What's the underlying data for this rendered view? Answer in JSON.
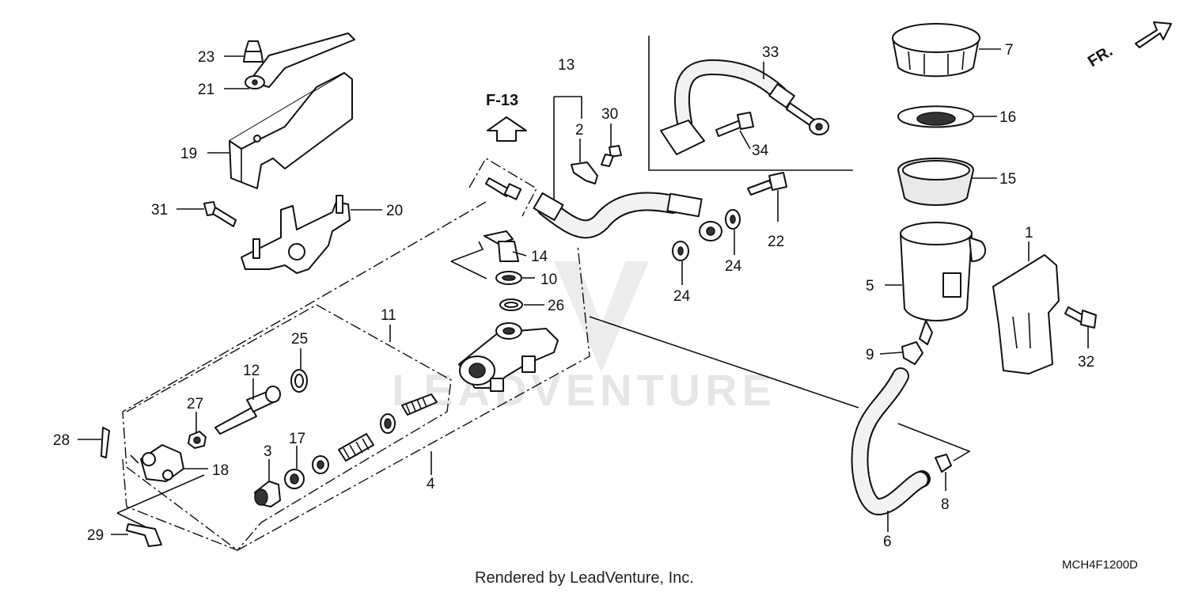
{
  "callouts": {
    "c1": "1",
    "c2": "2",
    "c3": "3",
    "c4": "4",
    "c5": "5",
    "c6": "6",
    "c7": "7",
    "c8": "8",
    "c9": "9",
    "c10": "10",
    "c11": "11",
    "c12": "12",
    "c13": "13",
    "c14": "14",
    "c15": "15",
    "c16": "16",
    "c17": "17",
    "c18": "18",
    "c19": "19",
    "c20": "20",
    "c21": "21",
    "c22": "22",
    "c23": "23",
    "c24a": "24",
    "c24b": "24",
    "c25": "25",
    "c26": "26",
    "c27": "27",
    "c28": "28",
    "c29": "29",
    "c30": "30",
    "c31": "31",
    "c32": "32",
    "c33": "33",
    "c34": "34"
  },
  "reference": "F-13",
  "front_marker": "FR.",
  "watermark": "LEADVENTURE",
  "footer": "Rendered by LeadVenture, Inc.",
  "diagram_code": "MCH4F1200D",
  "icons": [
    "front-arrow-icon",
    "reference-arrow-icon"
  ]
}
